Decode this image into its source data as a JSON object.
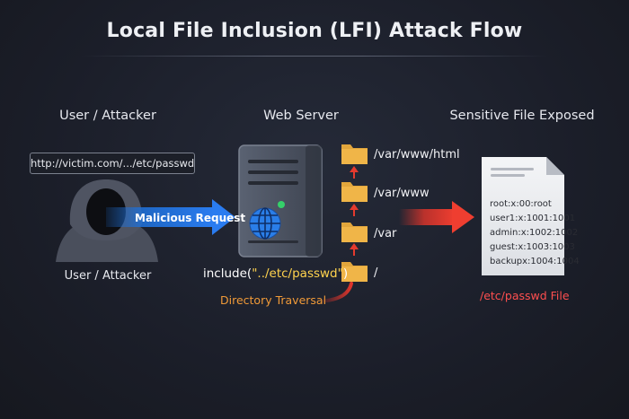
{
  "title": "Local File Inclusion (LFI) Attack Flow",
  "columns": {
    "attacker": "User / Attacker",
    "server": "Web Server",
    "exposed": "Sensitive File Exposed"
  },
  "attacker": {
    "url": "http://victim.com/.../etc/passwd",
    "label": "User / Attacker",
    "request_label": "Malicious Request"
  },
  "server": {
    "include_prefix": "include(",
    "include_arg": "\"../etc/passwd\"",
    "include_suffix": ")",
    "traversal_label": "Directory Traversal"
  },
  "directories": [
    "/var/www/html",
    "/var/www",
    "/var",
    "/"
  ],
  "file": {
    "lines": [
      "root:x:00:root",
      "user1:x:1001:1001",
      "admin:x:1002:1002",
      "guest:x:1003:1003",
      "backupx:1004:1004"
    ],
    "label": "/etc/passwd File"
  },
  "colors": {
    "request_arrow": "#1f6fd6",
    "exposure_arrow": "#e0352b",
    "folder": "#e2a63c",
    "traversal": "#f09a38",
    "up_arrow": "#e53a2e"
  }
}
